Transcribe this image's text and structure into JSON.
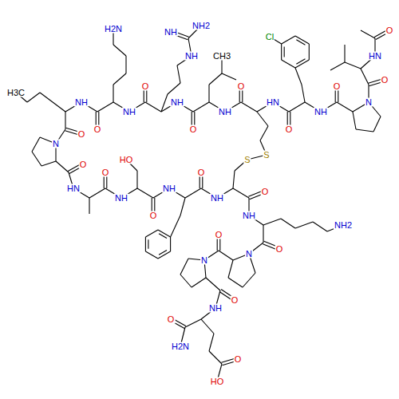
{
  "diagram": {
    "labels": [
      "NH2",
      "H2N",
      "NH",
      "Cl",
      "O",
      "HN",
      "NH",
      "CH3",
      "H3C",
      "O",
      "O",
      "O",
      "O",
      "NH",
      "NH",
      "HN",
      "N",
      "NH",
      "NH",
      "NH",
      "O",
      "O",
      "O",
      "O",
      "N",
      "S",
      "S",
      "HO",
      "O",
      "O",
      "O",
      "HN",
      "NH",
      "O",
      "NH",
      "NH",
      "O",
      "NH",
      "NH2",
      "O",
      "O",
      "N",
      "N",
      "O",
      "NH",
      "O",
      "H2N",
      "O",
      "HO"
    ]
  }
}
